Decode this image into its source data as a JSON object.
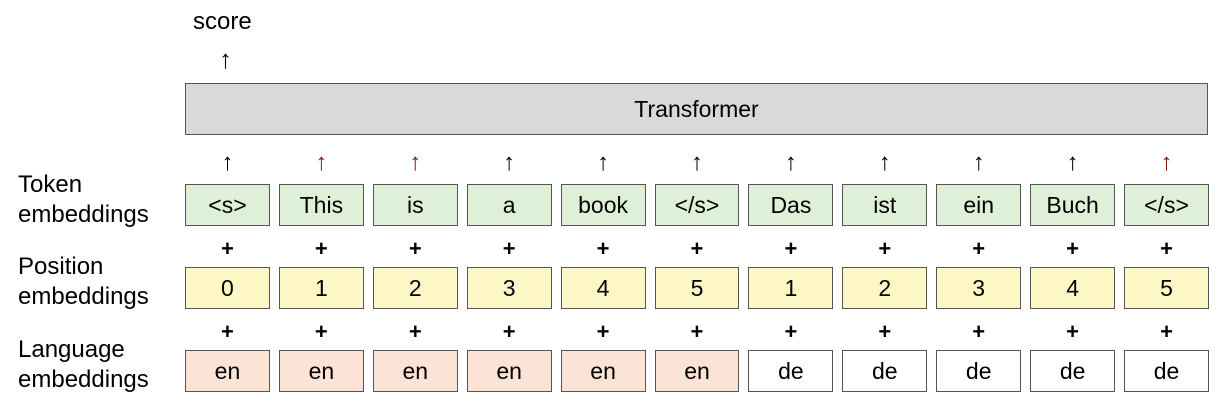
{
  "score_label": "score",
  "transformer_label": "Transformer",
  "row_labels": {
    "token": [
      "Token",
      "embeddings"
    ],
    "position": [
      "Position",
      "embeddings"
    ],
    "language": [
      "Language",
      "embeddings"
    ]
  },
  "arrow_glyph": "↑",
  "plus_glyph": "+",
  "arrow_colors": [
    "black",
    "red",
    "red",
    "black",
    "black",
    "black",
    "black",
    "black",
    "black",
    "black",
    "red"
  ],
  "tokens": [
    "<s>",
    "This",
    "is",
    "a",
    "book",
    "</s>",
    "Das",
    "ist",
    "ein",
    "Buch",
    "</s>"
  ],
  "positions": [
    "0",
    "1",
    "2",
    "3",
    "4",
    "5",
    "1",
    "2",
    "3",
    "4",
    "5"
  ],
  "languages": [
    "en",
    "en",
    "en",
    "en",
    "en",
    "en",
    "de",
    "de",
    "de",
    "de",
    "de"
  ],
  "colors": {
    "token_fill": "#dff0d8",
    "position_fill": "#fdf7c6",
    "lang_en_fill": "#fbe4d5",
    "lang_de_fill": "#ffffff",
    "transformer_fill": "#d9d9d9"
  }
}
